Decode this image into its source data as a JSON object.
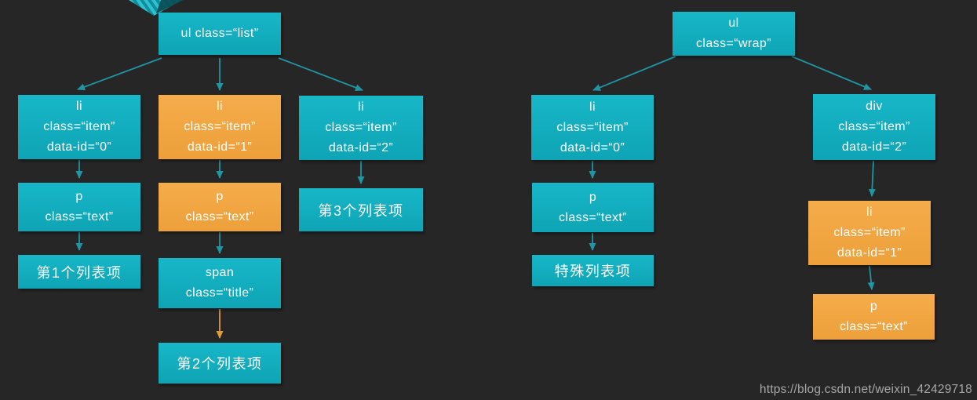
{
  "colors": {
    "background": "#262626",
    "node_teal": "#12b0c1",
    "node_orange": "#f1a643",
    "arrow_teal": "#1f96a4",
    "arrow_orange": "#dd9a3a",
    "text": "#ffffff",
    "watermark": "#a6a6a6"
  },
  "left_tree": {
    "root": "ul class=“list”",
    "li0": "li\nclass=“item”\ndata-id=“0”",
    "li1": "li\nclass=“item”\ndata-id=“1”",
    "li2": "li\nclass=“item”\ndata-id=“2”",
    "p0": "p\nclass=“text”",
    "p1": "p\nclass=“text”",
    "span1": "span\nclass=“title”",
    "label1": "第1个列表项",
    "label2": "第2个列表项",
    "label3": "第3个列表项"
  },
  "right_tree": {
    "root": "ul\nclass=“wrap”",
    "li0": "li\nclass=“item”\ndata-id=“0”",
    "div2": "div\nclass=“item”\ndata-id=“2”",
    "li1": "li\nclass=“item”\ndata-id=“1”",
    "p0": "p\nclass=“text”",
    "p1": "p\nclass=“text”",
    "label_special": "特殊列表项"
  },
  "watermark": {
    "url_text": "https://blog.csdn.net/weixin_42429718"
  }
}
